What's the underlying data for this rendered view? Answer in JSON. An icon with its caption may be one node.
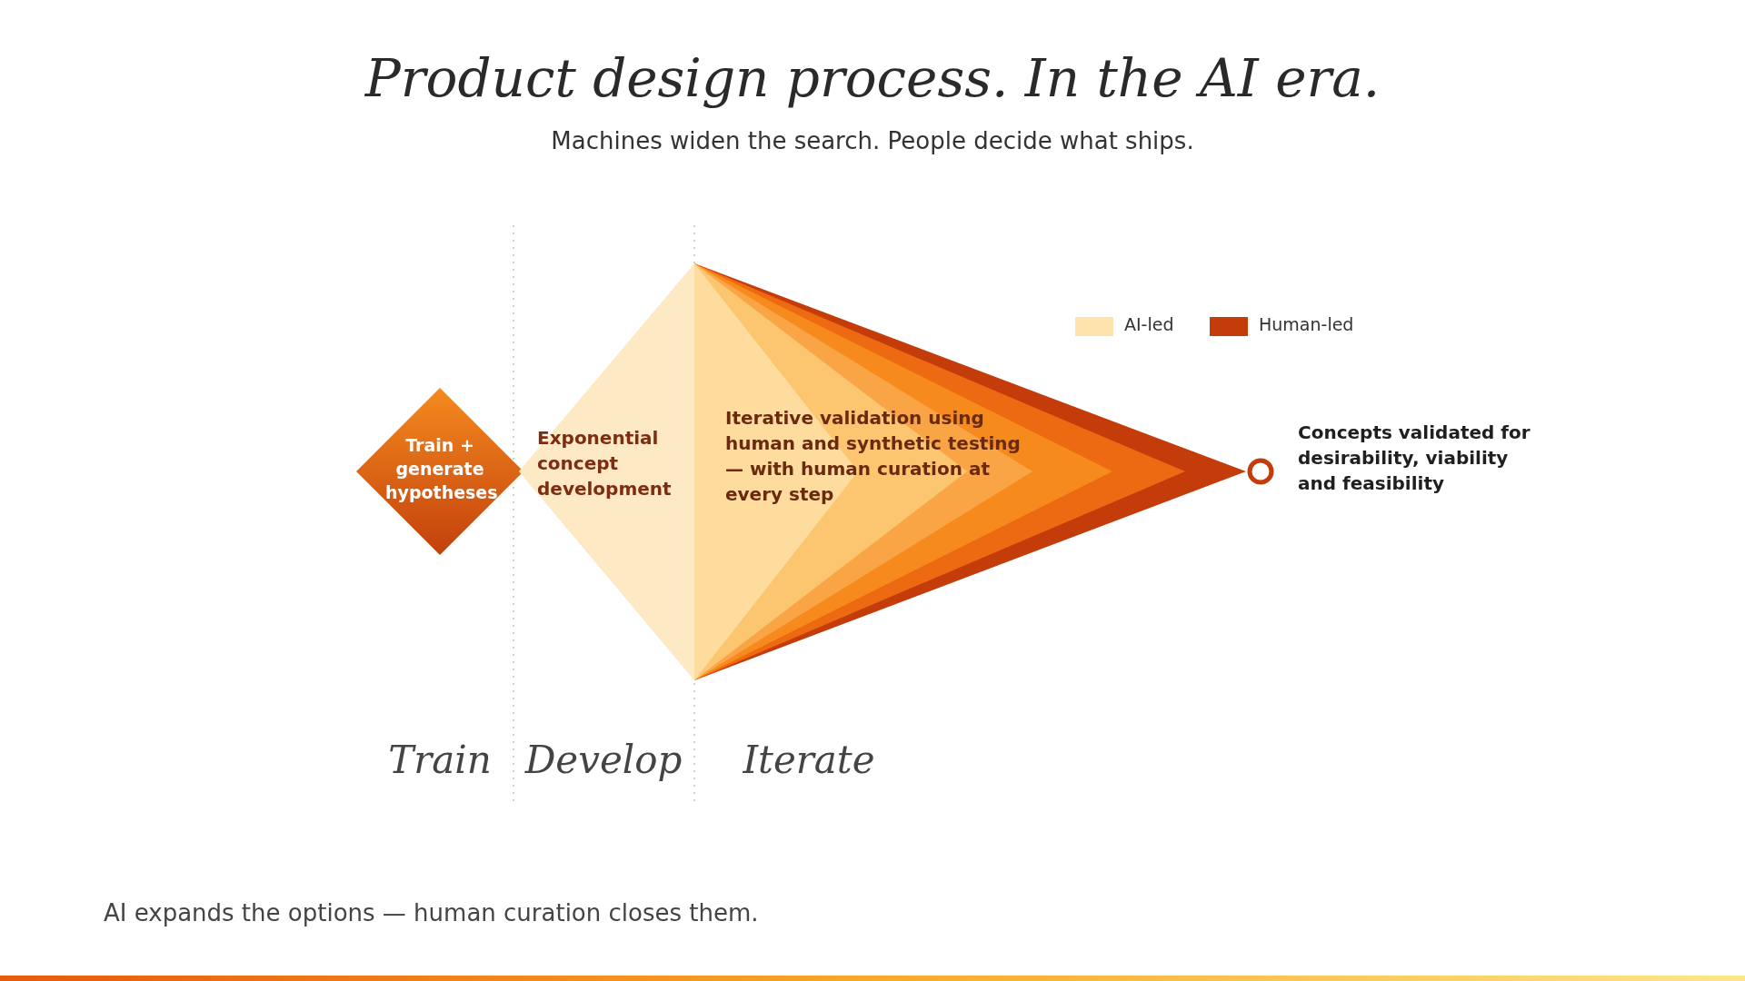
{
  "diagram": {
    "title": "Product design process. In the AI era.",
    "nodes": [
      {
        "text": [
          "Train + generate hypotheses"
        ]
      },
      {
        "text": [
          "Exponential concept development"
        ]
      },
      {
        "text": [
          "Iterative validation using human and synthetic testing — with human curation at every step"
        ]
      },
      {
        "text": [],
        "shape": "circle",
        "beside": [
          "Concepts validated for desirability, viability and feasibility"
        ]
      }
    ],
    "edges": [],
    "labels": [
      "Machines widen the search. People decide what ships.",
      "Train",
      "Develop",
      "Iterate",
      "AI expands the options — human curation closes them."
    ],
    "legend": [
      {
        "text": "AI-led",
        "color": "#fde3ac"
      },
      {
        "text": "Human-led",
        "color": "#c43c0a"
      }
    ]
  }
}
